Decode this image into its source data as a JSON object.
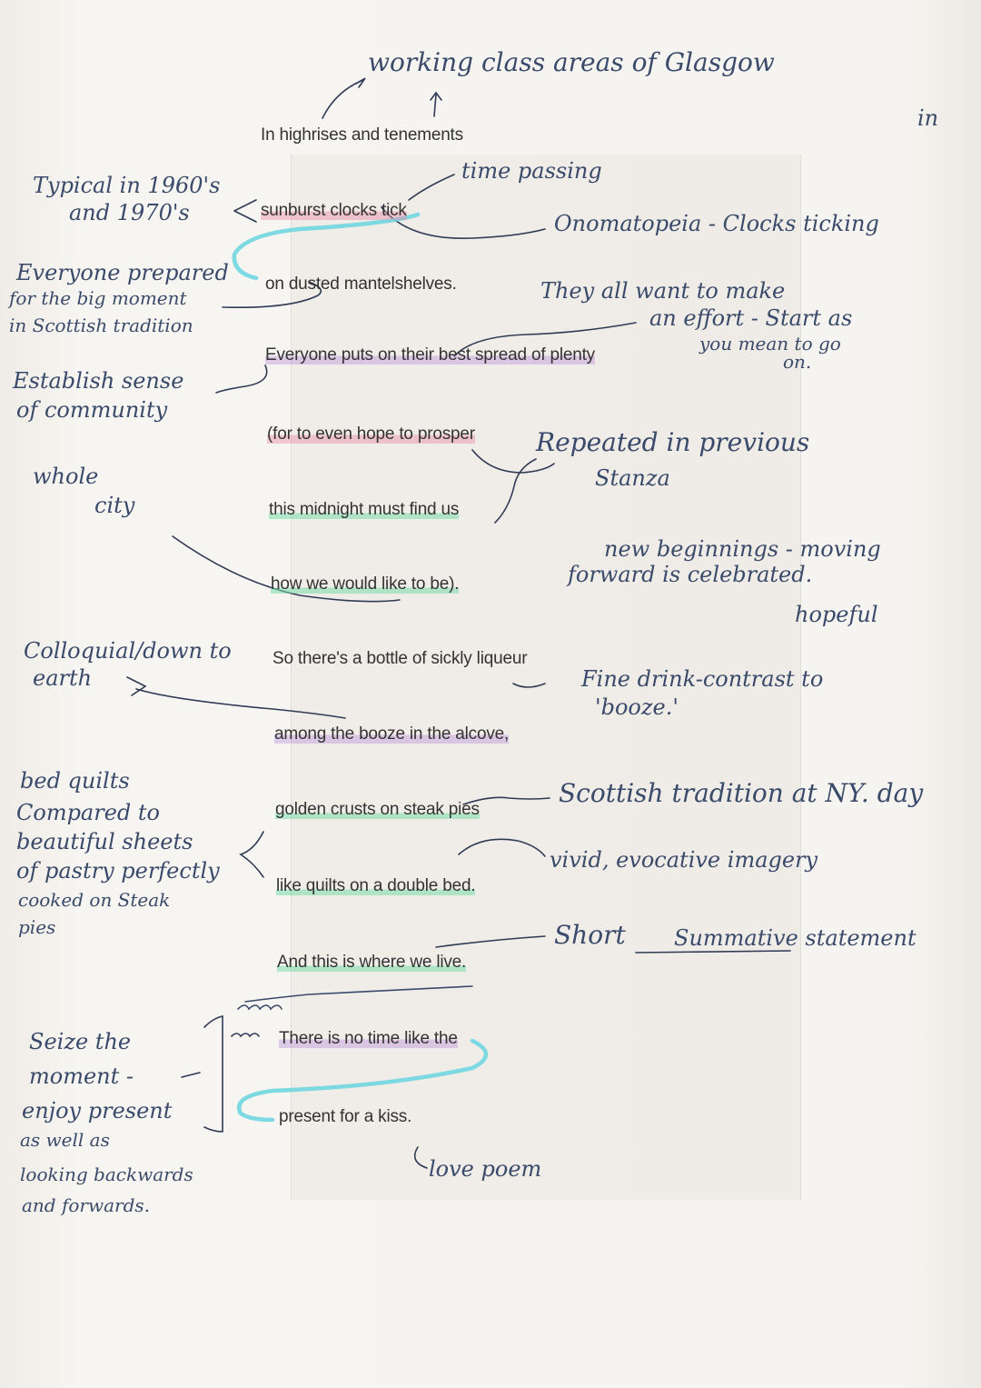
{
  "poem": {
    "line_01": "In highrises and tenements",
    "line_02": "sunburst clocks tick",
    "line_03": "on dusted mantelshelves.",
    "line_04": "Everyone puts on their best spread of plenty",
    "line_05": "(for to even hope to prosper",
    "line_06": "this midnight must find us",
    "line_07": "how we would like to be).",
    "line_08": "So there's a bottle of sickly liqueur",
    "line_09": "among the booze in the alcove,",
    "line_10": "golden crusts on steak pies",
    "line_11": "like quilts on a double bed.",
    "line_12": "And this is where we live.",
    "line_13": "There is no time like the",
    "line_14": "present for a kiss."
  },
  "notes": {
    "top_title": "working class areas of Glasgow",
    "top_right": "in",
    "typical_1": "Typical in 1960's",
    "typical_2": "and 1970's",
    "time_passing": "time passing",
    "onomatopoeia": "Onomatopeia - Clocks ticking",
    "everyone_1": "Everyone prepared",
    "everyone_2": "for the big moment",
    "everyone_3": "in Scottish tradition",
    "they_1": "They all want to make",
    "they_2": "an effort - Start as",
    "they_3": "you mean to go",
    "they_4": "on.",
    "establish_1": "Establish sense",
    "establish_2": "of community",
    "whole": "whole",
    "city": "city",
    "repeated_1": "Repeated in previous",
    "repeated_2": "Stanza",
    "new_1": "new beginnings - moving",
    "new_2": "forward is celebrated.",
    "hopeful": "hopeful",
    "colloquial_1": "Colloquial/down to",
    "colloquial_2": "earth",
    "fine_drink_1": "Fine drink-contrast to",
    "fine_drink_2": "'booze.'",
    "bed_1": "bed quilts",
    "bed_2": "Compared to",
    "bed_3": "beautiful sheets",
    "bed_4": "of pastry perfectly",
    "bed_5": "cooked on Steak",
    "bed_6": "pies",
    "scottish_ny": "Scottish tradition at NY. day",
    "vivid": "vivid, evocative imagery",
    "short": "Short",
    "summative": "Summative statement",
    "seize_1": "Seize the",
    "seize_2": "moment -",
    "seize_3": "enjoy present",
    "seize_4": "as well as",
    "seize_5": "looking backwards",
    "seize_6": "and forwards.",
    "love_poem": "love poem"
  },
  "colors": {
    "ink": "#3a4a6a",
    "highlight_green": "#78dcaa",
    "highlight_cyan": "#6fd6e0",
    "highlight_pink": "#e68caa",
    "highlight_purple": "#be96dc"
  }
}
